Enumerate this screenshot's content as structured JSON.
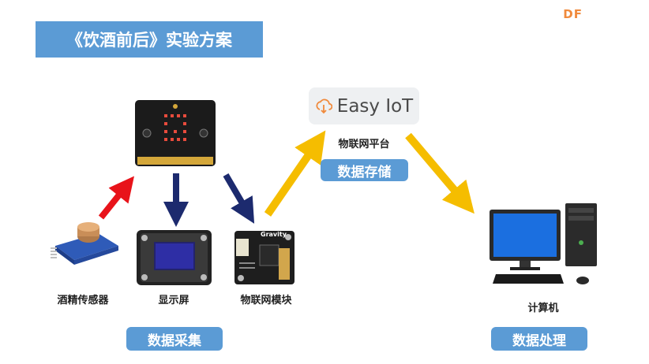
{
  "title": "《饮酒前后》实验方案",
  "brand": "DF",
  "platform": {
    "name": "Easy IoT",
    "label": "物联网平台",
    "stage": "数据存储"
  },
  "devices": {
    "sensor": "酒精传感器",
    "display": "显示屏",
    "iot_module": "物联网模块",
    "iot_module_badge": "Gravity",
    "computer": "计算机"
  },
  "stages": {
    "collect": "数据采集",
    "process": "数据处理"
  },
  "colors": {
    "accent": "#5b9bd5",
    "red_arrow": "#e8131a",
    "navy_arrow": "#1c2a6e",
    "yellow_arrow": "#f5bd00",
    "brand": "#f08a3c"
  }
}
